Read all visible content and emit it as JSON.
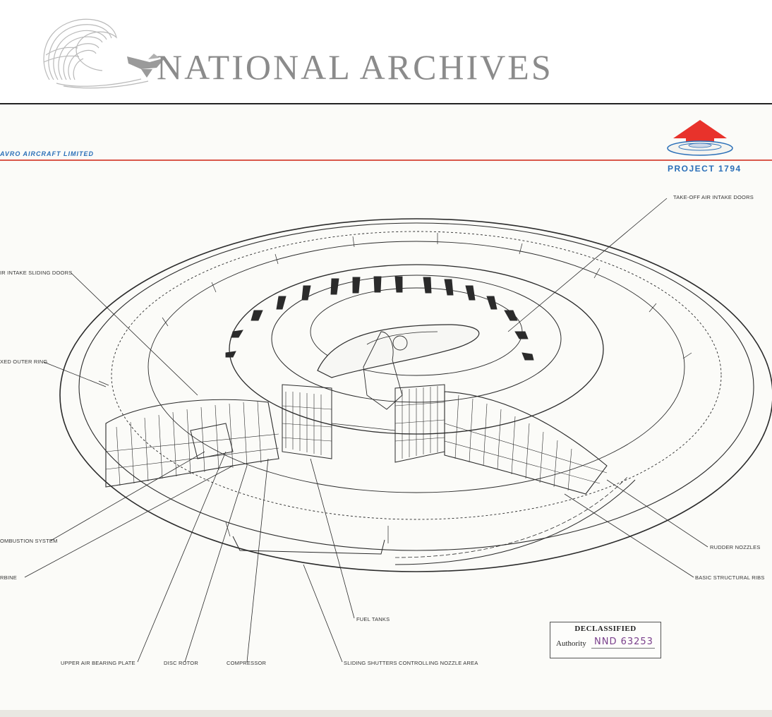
{
  "header": {
    "archives_title": "NATIONAL ARCHIVES"
  },
  "drawing": {
    "company": "AVRO AIRCRAFT LIMITED",
    "project": "PROJECT 1794",
    "labels": {
      "take_off_intake": "TAKE-OFF AIR INTAKE DOORS",
      "air_intake_sliding": "IR INTAKE SLIDING DOORS",
      "fixed_outer_ring": "XED OUTER RING",
      "combustion": "OMBUSTION SYSTEM",
      "turbine": "RBINE",
      "rudder_nozzles": "RUDDER NOZZLES",
      "structural_ribs": "BASIC STRUCTURAL RIBS",
      "fuel_tanks": "FUEL TANKS",
      "upper_bearing": "UPPER AIR BEARING PLATE",
      "disc_rotor": "DISC ROTOR",
      "compressor": "COMPRESSOR",
      "sliding_shutters": "SLIDING SHUTTERS CONTROLLING NOZZLE AREA"
    }
  },
  "stamp": {
    "title": "DECLASSIFIED",
    "authority_label": "Authority",
    "authority_number": "NND 63253"
  },
  "colors": {
    "brand_blue": "#2a6fb8",
    "accent_red": "#e8322b",
    "rule_red": "#d9584b",
    "stamp_ink": "#7a3f8c"
  },
  "icons": {
    "logo": "eagle-wave-icon",
    "emblem": "up-arrow-saucer-icon"
  }
}
